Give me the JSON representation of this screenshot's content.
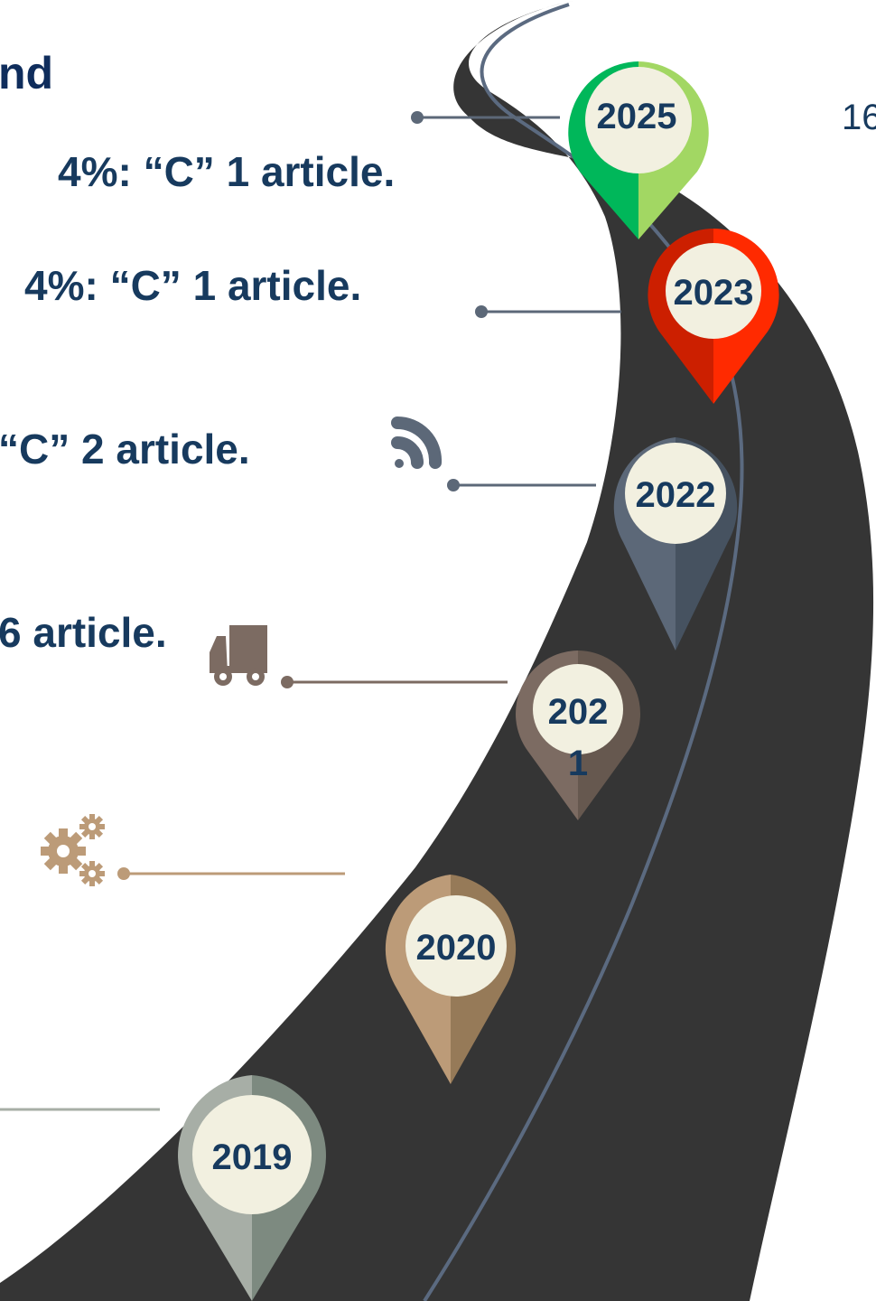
{
  "heading_fragment": "nd",
  "top_right_fragment": "16",
  "milestones": [
    {
      "year": "2025",
      "text": "4%: “C” 1 article.",
      "colors": [
        "#00b75a",
        "#a2d763"
      ]
    },
    {
      "year": "2023",
      "text": "4%: “C” 1 article.",
      "colors": [
        "#cc1f00",
        "#ff2a00"
      ]
    },
    {
      "year": "2022",
      "text": "“C” 2 article.",
      "colors": [
        "#5c6878",
        "#465260"
      ]
    },
    {
      "year_line1": "202",
      "year_line2": "1",
      "text": "6 article.",
      "colors": [
        "#7c6b62",
        "#66584f"
      ]
    },
    {
      "year": "2020",
      "colors": [
        "#bc9b78",
        "#967a58"
      ]
    },
    {
      "year": "2019",
      "colors": [
        "#a7aea6",
        "#7d8a80"
      ]
    }
  ],
  "icons": [
    "wifi-signal-icon",
    "truck-icon",
    "gears-icon"
  ]
}
